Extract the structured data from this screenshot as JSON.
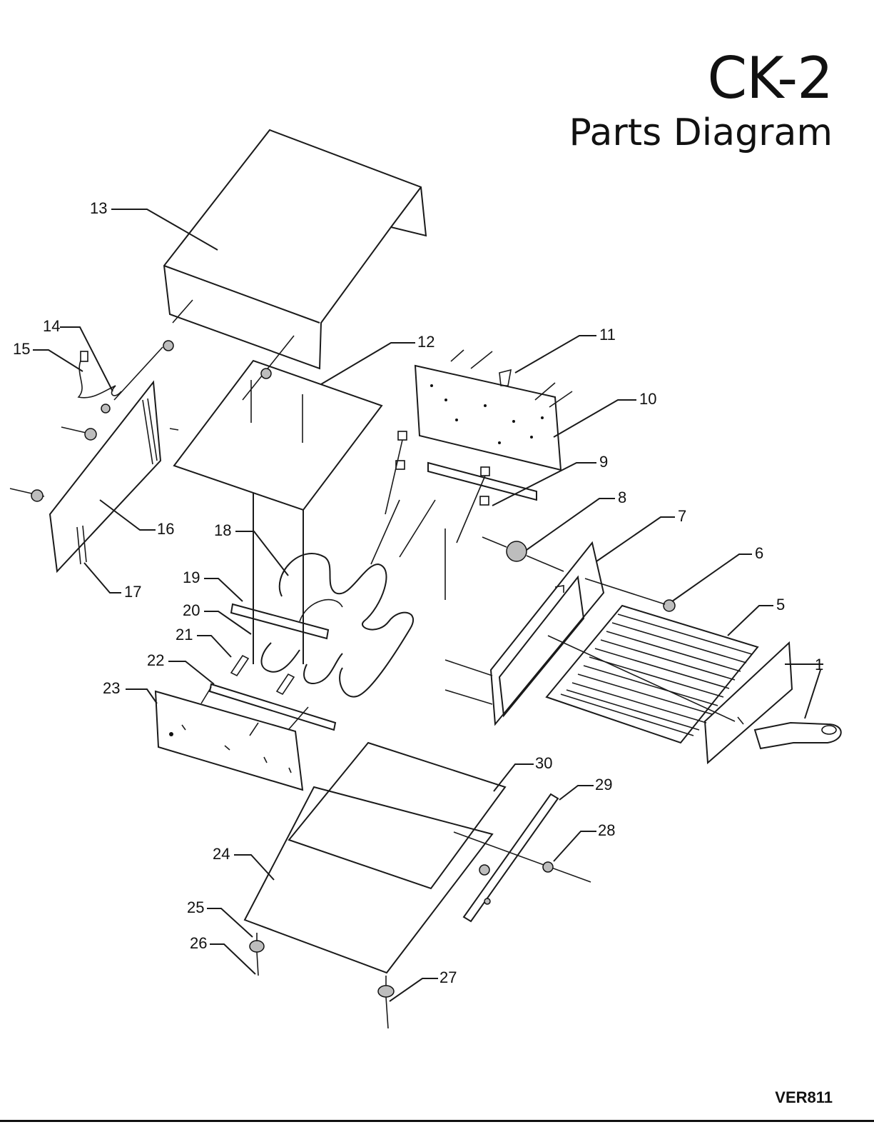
{
  "header": {
    "model": "CK-2",
    "subtitle": "Parts Diagram"
  },
  "footer": {
    "version": "VER811"
  },
  "part_labels": [
    "1",
    "5",
    "6",
    "7",
    "8",
    "9",
    "10",
    "11",
    "12",
    "13",
    "14",
    "15",
    "16",
    "17",
    "18",
    "19",
    "20",
    "21",
    "22",
    "23",
    "24",
    "25",
    "26",
    "27",
    "28",
    "29",
    "30"
  ]
}
